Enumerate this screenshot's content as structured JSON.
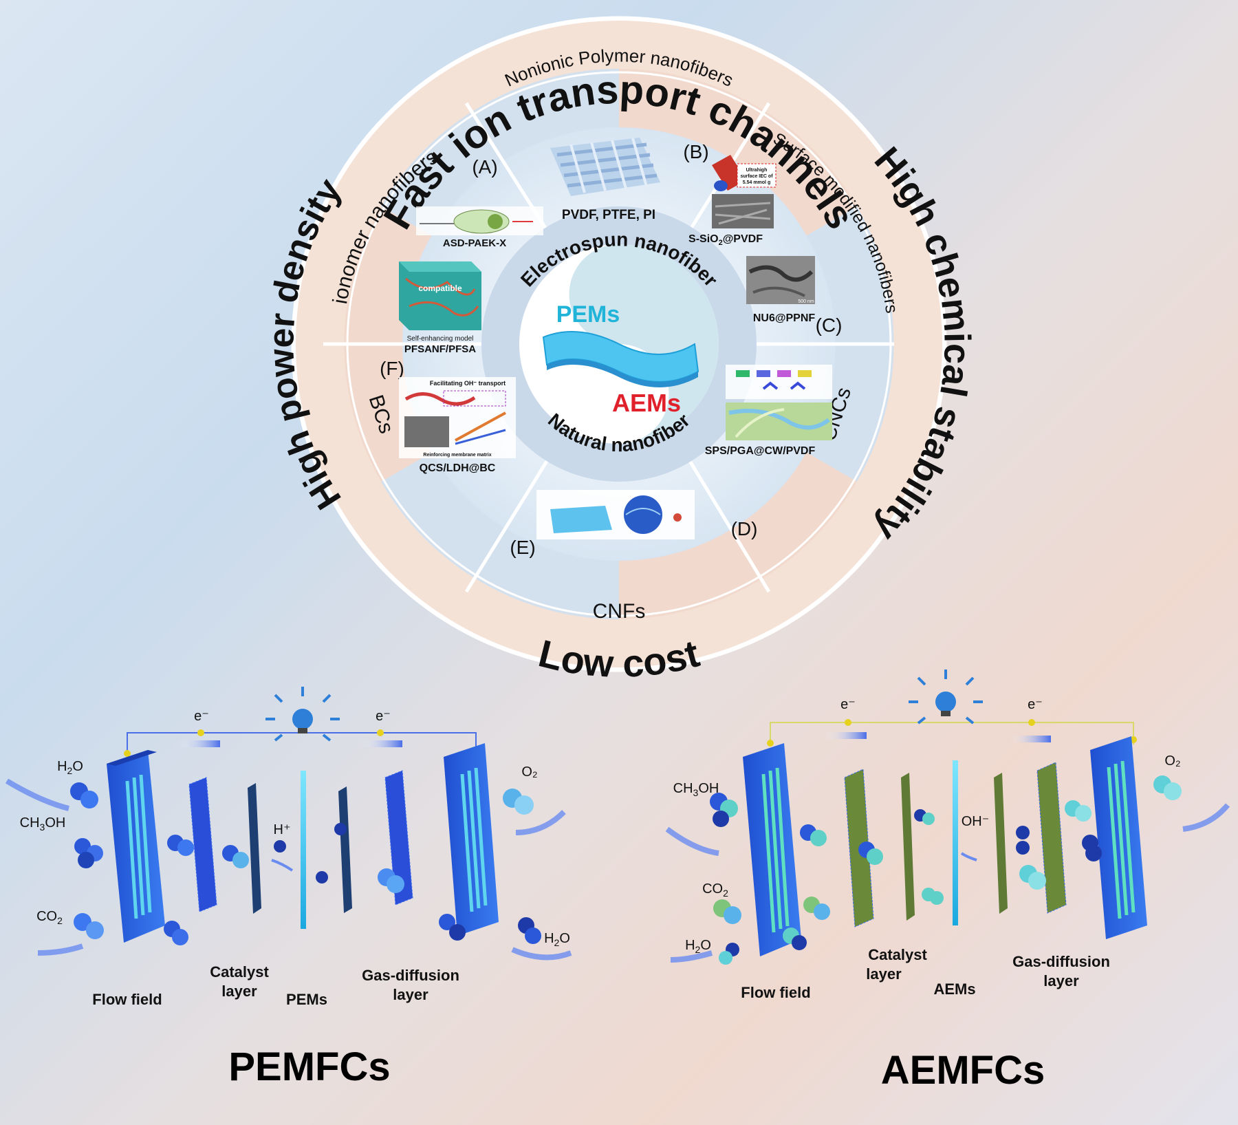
{
  "ring": {
    "outer": {
      "top": "Fast ion transport channels",
      "right": "High chemical stability",
      "bottom": "Low cost",
      "left": "High power density"
    },
    "middle": {
      "A": "ionomer  nanofibers",
      "B": "Nonionic Polymer nanofibers",
      "C": "Surface modified nanofibers",
      "D": "CNCs",
      "E": "CNFs",
      "F": "BCs"
    },
    "core": {
      "top_arc": "Electrospun nanofiber",
      "bottom_arc": "Natural nanofiber",
      "pems": "PEMs",
      "aems": "AEMs"
    }
  },
  "panels": {
    "A": {
      "letter": "(A)",
      "label1": "ASD-PAEK-X",
      "label2": "PFSANF/PFSA",
      "small": "Self-enhancing model",
      "compatible": "compatible"
    },
    "B": {
      "letter": "(B)",
      "label": "PVDF, PTFE, PI"
    },
    "C": {
      "letter": "(C)",
      "label1": "S-SiO",
      "sub": "2",
      "label1b": "@PVDF",
      "label2": "NU6@PPNF",
      "callout1": "Ultrahigh",
      "callout2": "surface IEC of",
      "callout3": "5.54 mmol g",
      "scale": "500 nm"
    },
    "D": {
      "letter": "(D)",
      "label": "SPS/PGA@CW/PVDF"
    },
    "E": {
      "letter": "(E)"
    },
    "F": {
      "letter": "(F)",
      "label": "QCS/LDH@BC",
      "caption": "Facilitating OH⁻ transport",
      "caption2": "Reinforcing membrane matrix"
    }
  },
  "pemfc": {
    "title": "PEMFCs",
    "electron1": "e⁻",
    "electron2": "e⁻",
    "h2o_in": "H",
    "h2o_in_sub": "2",
    "h2o_in_b": "O",
    "ch3oh": "CH",
    "ch3oh_sub": "3",
    "ch3oh_b": "OH",
    "co2": "CO",
    "co2_sub": "2",
    "o2": "O₂",
    "h2o_out": "H",
    "h2o_out_sub": "2",
    "h2o_out_b": "O",
    "hplus": "H⁺",
    "flow_field": "Flow field",
    "catalyst1": "Catalyst",
    "catalyst2": "layer",
    "membrane": "PEMs",
    "gdl1": "Gas-diffusion",
    "gdl2": "layer"
  },
  "aemfc": {
    "title": "AEMFCs",
    "electron1": "e⁻",
    "electron2": "e⁻",
    "ch3oh": "CH",
    "ch3oh_sub": "3",
    "ch3oh_b": "OH",
    "co2": "CO",
    "co2_sub": "2",
    "h2o": "H",
    "h2o_sub": "2",
    "h2o_b": "O",
    "o2": "O₂",
    "ohminus": "OH⁻",
    "flow_field": "Flow field",
    "catalyst1": "Catalyst",
    "catalyst2": "layer",
    "membrane": "AEMs",
    "gdl1": "Gas-diffusion",
    "gdl2": "layer"
  },
  "colors": {
    "pems_text": "#1fb4d8",
    "aems_text": "#e0202a",
    "outer_ring": "#f6e3da",
    "segment_peach": "#f3ddd2",
    "segment_blue": "#d2dfee",
    "plate_blue": "#2a66e0",
    "rib_cyan": "#5fd6ee"
  }
}
